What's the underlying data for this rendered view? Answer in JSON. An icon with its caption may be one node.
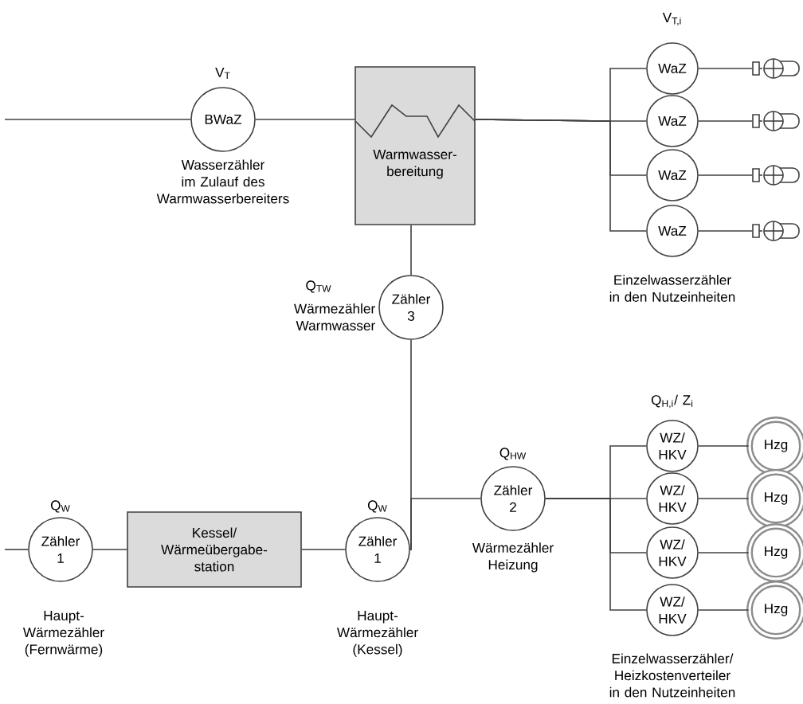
{
  "diagram": {
    "nodes": [
      {
        "text": [
          "BWaZ"
        ],
        "beside": [
          "V$_{T}$",
          "Wasserzähler im Zulauf des Warmwasserbereiters"
        ]
      },
      {
        "text": [
          "Warmwasser- bereitung"
        ]
      },
      {
        "text": [
          "WaZ"
        ]
      },
      {
        "text": [
          "WaZ"
        ]
      },
      {
        "text": [
          "WaZ"
        ]
      },
      {
        "text": [
          "WaZ"
        ]
      },
      {
        "text": [],
        "shape": "faucet"
      },
      {
        "text": [],
        "shape": "faucet"
      },
      {
        "text": [],
        "shape": "faucet"
      },
      {
        "text": [],
        "shape": "faucet"
      },
      {
        "text": [
          "Zähler 3"
        ],
        "beside": [
          "Q$_{TW}$",
          "Wärmezähler Warmwasser"
        ]
      },
      {
        "text": [
          "Zähler 1"
        ],
        "beside": [
          "Q$_{W}$",
          "Haupt- Wärmezähler (Fernwärme)"
        ]
      },
      {
        "text": [
          "Kessel/ Wärmeübergabe- station"
        ]
      },
      {
        "text": [
          "Zähler 1"
        ],
        "beside": [
          "Q$_{W}$",
          "Haupt- Wärmezähler (Kessel)"
        ]
      },
      {
        "text": [
          "Zähler 2"
        ],
        "beside": [
          "Q$_{HW}$",
          "Wärmezähler Heizung"
        ]
      },
      {
        "text": [
          "WZ/ HKV"
        ]
      },
      {
        "text": [
          "WZ/ HKV"
        ]
      },
      {
        "text": [
          "WZ/ HKV"
        ]
      },
      {
        "text": [
          "WZ/ HKV"
        ]
      },
      {
        "text": [
          "Hzg"
        ]
      },
      {
        "text": [
          "Hzg"
        ]
      },
      {
        "text": [
          "Hzg"
        ]
      },
      {
        "text": [
          "Hzg"
        ]
      }
    ],
    "edges": [
      {
        "from": null,
        "to": 0,
        "arrow": "none"
      },
      {
        "from": 0,
        "to": 1,
        "arrow": "none"
      },
      {
        "from": 1,
        "to": 2,
        "arrow": "none"
      },
      {
        "from": 1,
        "to": 3,
        "arrow": "none"
      },
      {
        "from": 1,
        "to": 4,
        "arrow": "none"
      },
      {
        "from": 1,
        "to": 5,
        "arrow": "none"
      },
      {
        "from": 2,
        "to": 6,
        "arrow": "none"
      },
      {
        "from": 3,
        "to": 7,
        "arrow": "none"
      },
      {
        "from": 4,
        "to": 8,
        "arrow": "none"
      },
      {
        "from": 5,
        "to": 9,
        "arrow": "none"
      },
      {
        "from": 1,
        "to": 10,
        "arrow": "none"
      },
      {
        "from": null,
        "to": 11,
        "arrow": "none"
      },
      {
        "from": 11,
        "to": 12,
        "arrow": "none"
      },
      {
        "from": 12,
        "to": 13,
        "arrow": "none"
      },
      {
        "from": 13,
        "to": 10,
        "arrow": "none"
      },
      {
        "from": 13,
        "to": 14,
        "arrow": "none"
      },
      {
        "from": 14,
        "to": 15,
        "arrow": "none"
      },
      {
        "from": 14,
        "to": 16,
        "arrow": "none"
      },
      {
        "from": 14,
        "to": 17,
        "arrow": "none"
      },
      {
        "from": 14,
        "to": 18,
        "arrow": "none"
      },
      {
        "from": 15,
        "to": 19,
        "arrow": "none"
      },
      {
        "from": 16,
        "to": 20,
        "arrow": "none"
      },
      {
        "from": 17,
        "to": 21,
        "arrow": "none"
      },
      {
        "from": 18,
        "to": 22,
        "arrow": "none"
      }
    ],
    "labels": [
      "V$_{T,i}$",
      "Einzelwasserzähler in den Nutzeinheiten",
      "Q$_{H,i}$/ Z$_{i}$",
      "Einzelwasserzähler/ Heizkostenverteiler in den Nutzeinheiten"
    ]
  }
}
